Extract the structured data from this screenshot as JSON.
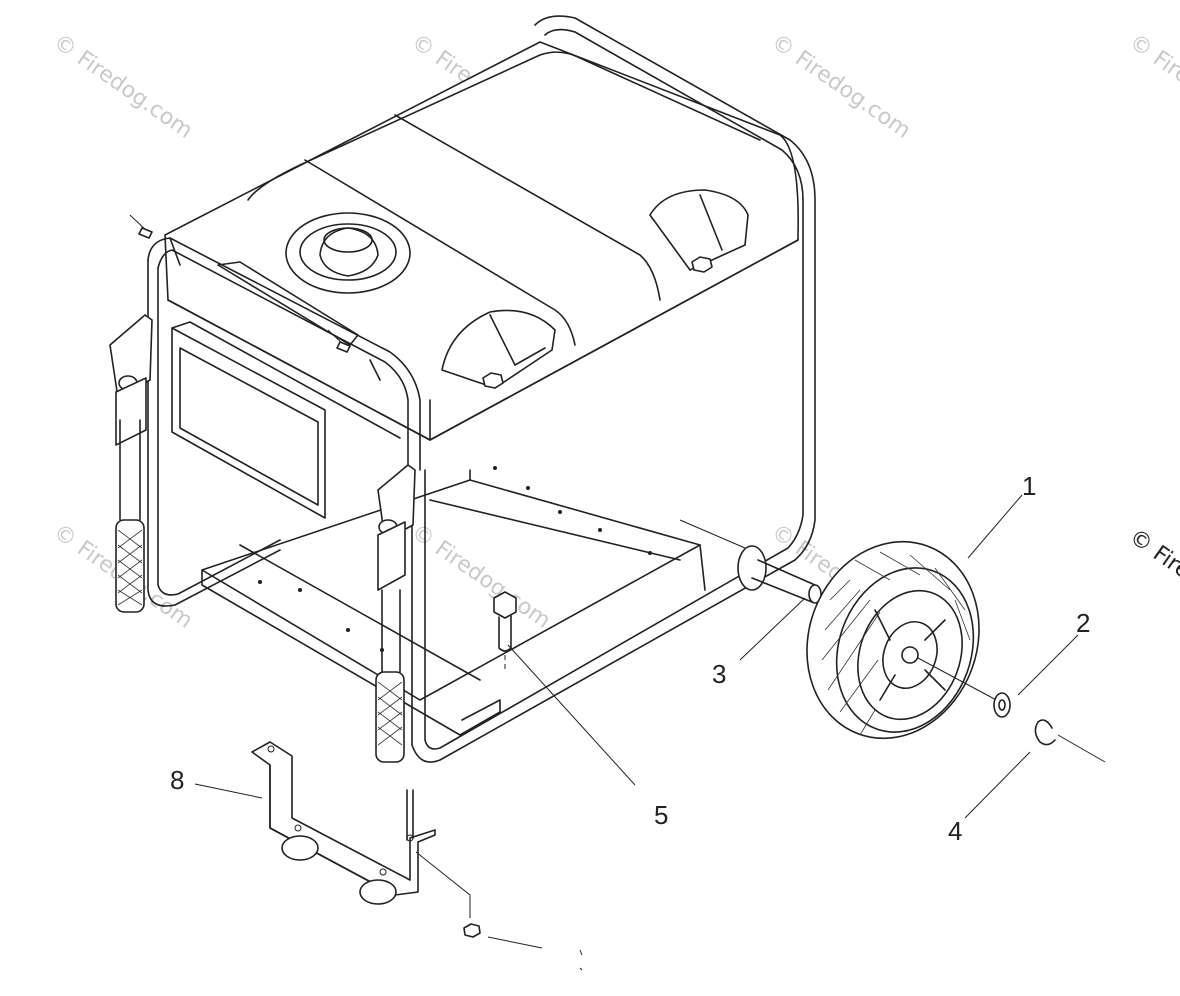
{
  "watermark": {
    "text": "© Firedog.com",
    "edge_text": "© Fire"
  },
  "callouts": [
    {
      "id": "1",
      "label": "1",
      "part": "wheel"
    },
    {
      "id": "2",
      "label": "2",
      "part": "washer"
    },
    {
      "id": "3",
      "label": "3",
      "part": "axle"
    },
    {
      "id": "4",
      "label": "4",
      "part": "e-clip"
    },
    {
      "id": "5",
      "label": "5",
      "part": "bolt"
    },
    {
      "id": "8",
      "label": "8",
      "part": "support-leg"
    }
  ],
  "colors": {
    "line": "#222222",
    "watermark": "#c9c9c9",
    "background": "#ffffff"
  }
}
